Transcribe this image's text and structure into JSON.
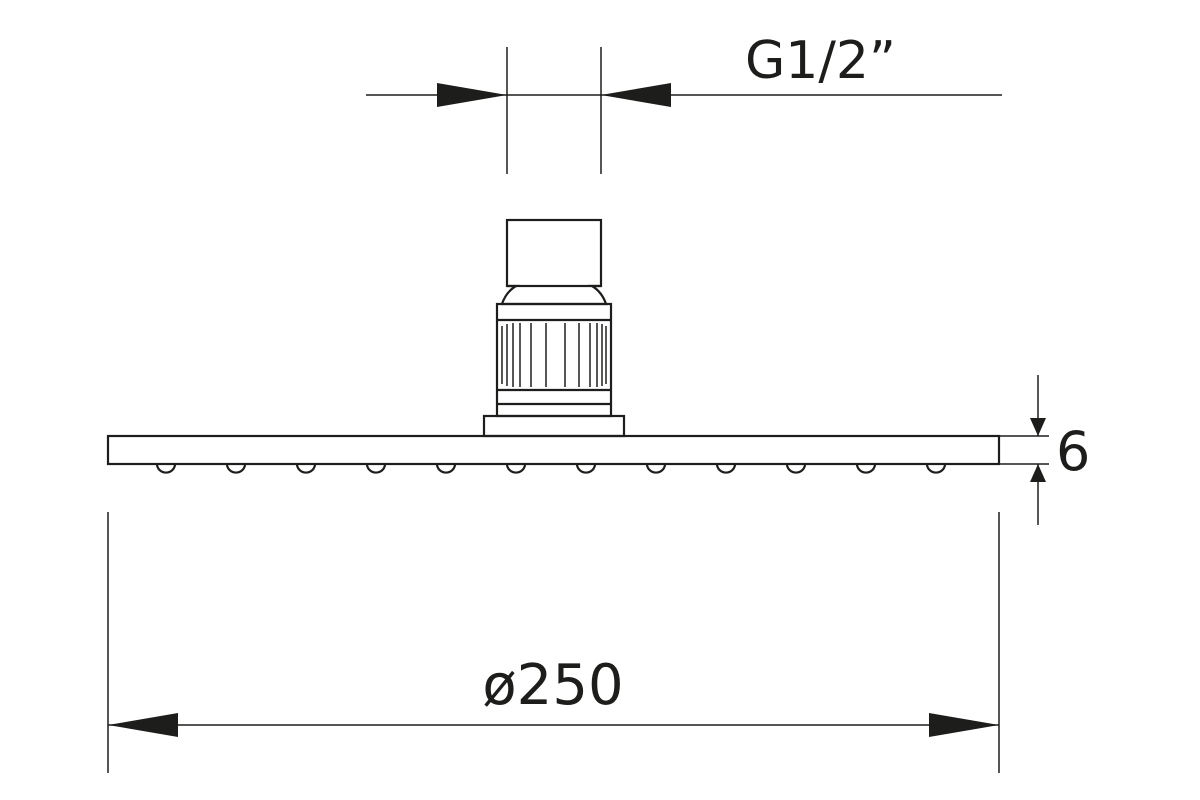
{
  "drawing": {
    "thread_label": "G1/2”",
    "thickness_label": "6",
    "diameter_label": "ø250",
    "line_color": "#1d1d1b",
    "background_color": "#ffffff"
  }
}
